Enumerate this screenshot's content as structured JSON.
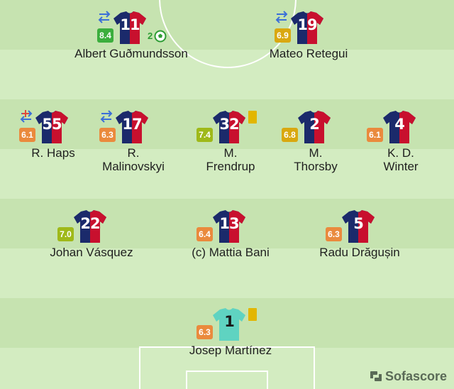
{
  "brand": "Sofascore",
  "colors": {
    "rating_green": "#3bae3d",
    "rating_yellow": "#d9a810",
    "rating_orange": "#ea8a3d",
    "rating_lime": "#9fb919",
    "kit_red": "#c8102e",
    "kit_navy": "#1b2a6b",
    "gk_kit": "#5fd3c1",
    "card_yellow": "#e2b600"
  },
  "players": [
    {
      "name": "Albert Guðmundsson",
      "number": "11",
      "rating": "8.4",
      "rating_color": "green",
      "subbed": true,
      "goals": "2"
    },
    {
      "name": "Mateo Retegui",
      "number": "19",
      "rating": "6.9",
      "rating_color": "yellow",
      "subbed": true
    },
    {
      "name": "R. Haps",
      "number": "55",
      "rating": "6.1",
      "rating_color": "orange",
      "subbed": true,
      "injury": true
    },
    {
      "name": "R.\nMalinovskyi",
      "number": "17",
      "rating": "6.3",
      "rating_color": "orange",
      "subbed": true
    },
    {
      "name": "M.\nFrendrup",
      "number": "32",
      "rating": "7.4",
      "rating_color": "lime",
      "yellow_card": true
    },
    {
      "name": "M.\nThorsby",
      "number": "2",
      "rating": "6.8",
      "rating_color": "yellow"
    },
    {
      "name": "K. D.\nWinter",
      "number": "4",
      "rating": "6.1",
      "rating_color": "orange"
    },
    {
      "name": "Johan Vásquez",
      "number": "22",
      "rating": "7.0",
      "rating_color": "lime"
    },
    {
      "name": "(c) Mattia Bani",
      "number": "13",
      "rating": "6.4",
      "rating_color": "orange"
    },
    {
      "name": "Radu Drăgușin",
      "number": "5",
      "rating": "6.3",
      "rating_color": "orange"
    },
    {
      "name": "Josep Martínez",
      "number": "1",
      "rating": "6.3",
      "rating_color": "orange",
      "goalkeeper": true,
      "yellow_card": true
    }
  ]
}
